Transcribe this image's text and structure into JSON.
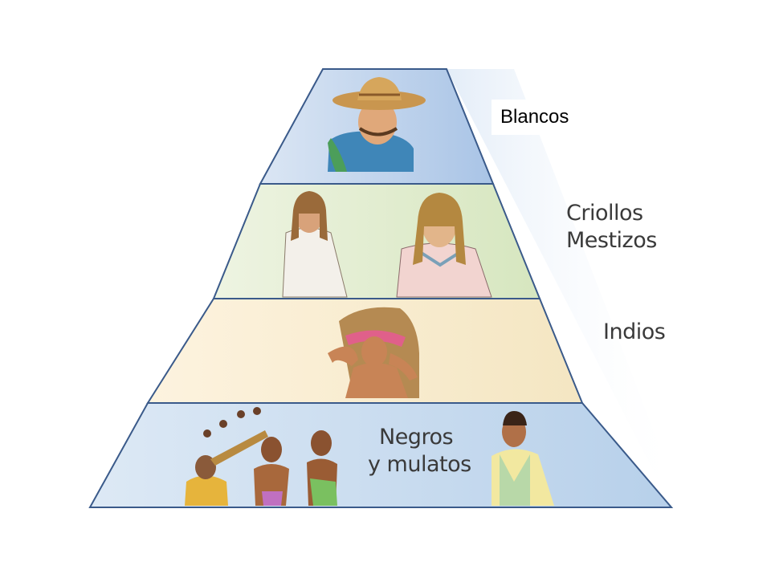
{
  "tiers": [
    {
      "lines": [
        "Blancos"
      ],
      "color": "#bcd0ea"
    },
    {
      "lines": [
        "Criollos",
        "Mestizos"
      ],
      "color": "#dfeacb"
    },
    {
      "lines": [
        "Indios"
      ],
      "color": "#f8ecd0"
    },
    {
      "lines": [
        "Negros",
        "y mulatos"
      ],
      "color": "#c9dcef"
    }
  ]
}
